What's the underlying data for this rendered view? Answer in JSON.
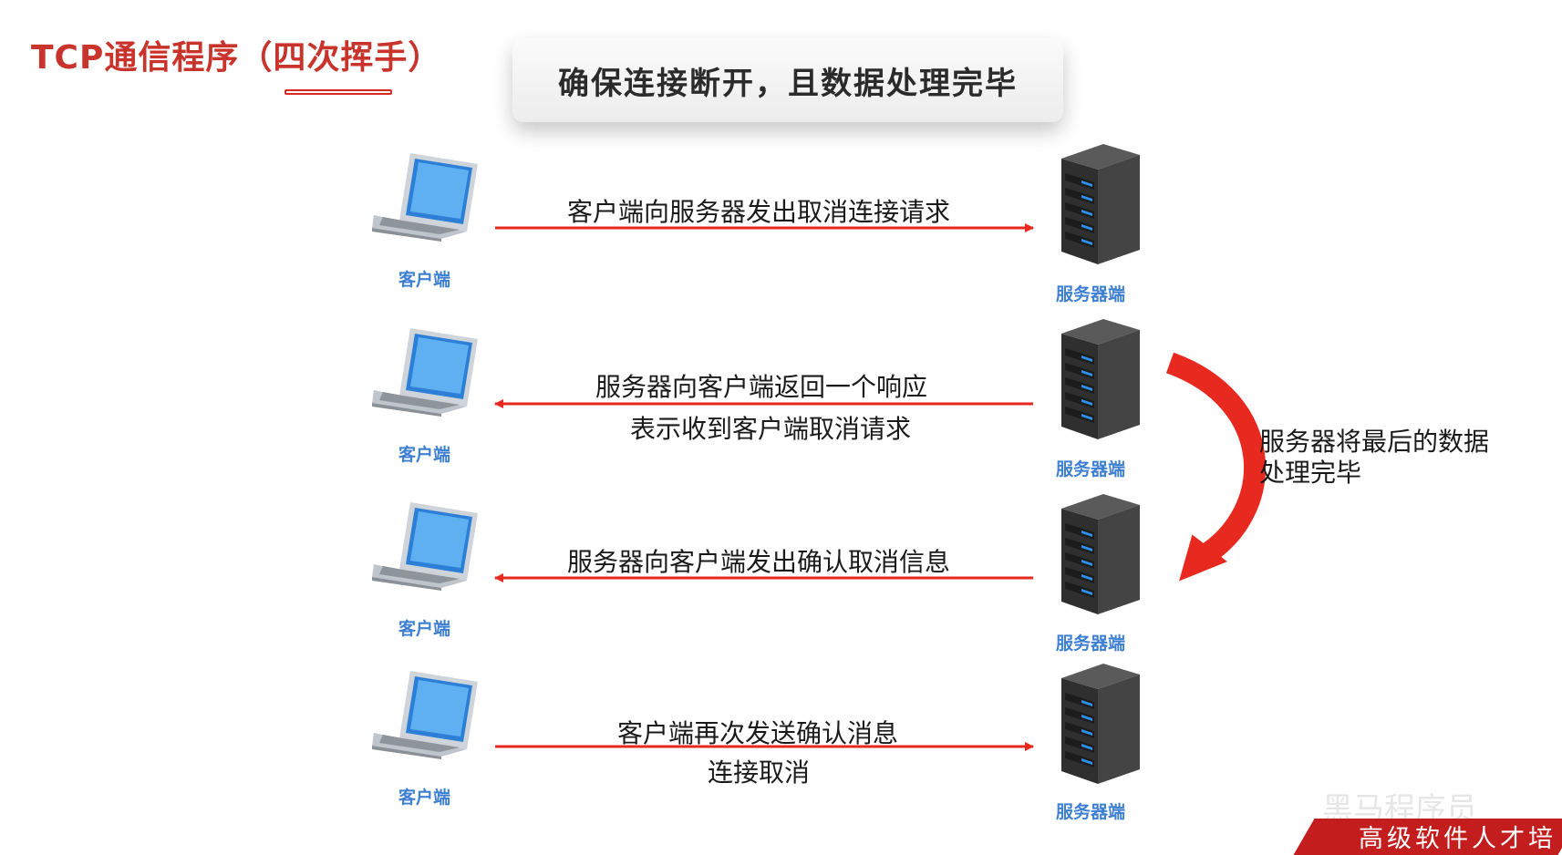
{
  "slide": {
    "title": "TCP通信程序（四次挥手）",
    "banner": "确保连接断开，且数据处理完毕"
  },
  "steps": [
    {
      "client_label": "客户端",
      "server_label": "服务器端",
      "direction": "client-to-server",
      "message_line1": "客户端向服务器发出取消连接请求",
      "message_line2": ""
    },
    {
      "client_label": "客户端",
      "server_label": "服务器端",
      "direction": "server-to-client",
      "message_line1": "服务器向客户端返回一个响应",
      "message_line2": "表示收到客户端取消请求"
    },
    {
      "client_label": "客户端",
      "server_label": "服务器端",
      "direction": "server-to-client",
      "message_line1": "服务器向客户端发出确认取消信息",
      "message_line2": ""
    },
    {
      "client_label": "客户端",
      "server_label": "服务器端",
      "direction": "client-to-server",
      "message_line1": "客户端再次发送确认消息",
      "message_line2": "连接取消"
    }
  ],
  "side_note": {
    "line1": "服务器将最后的数据",
    "line2": "处理完毕"
  },
  "watermark": "黑马程序员",
  "footer": "高级软件人才培",
  "colors": {
    "accent_red": "#e8291f",
    "title_red": "#c8332b",
    "label_blue": "#3d7fd0",
    "server_body": "#3a3a3a",
    "server_led": "#2f8fe8"
  },
  "icons": {
    "client": "laptop-icon",
    "server": "server-tower-icon",
    "curved": "curved-arrow-icon"
  }
}
